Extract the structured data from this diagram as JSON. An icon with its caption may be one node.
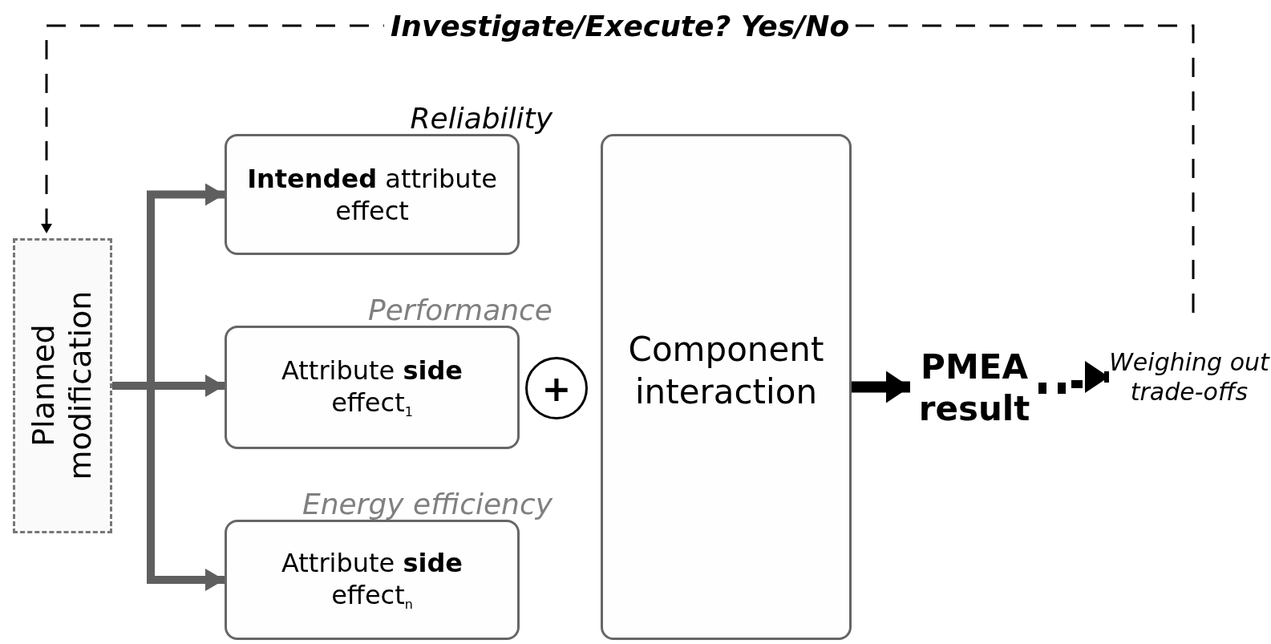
{
  "diagram": {
    "nodes": [
      {
        "text": [
          "Planned modification"
        ]
      },
      {
        "text": [
          "Reliability",
          "**Intended** attribute effect"
        ]
      },
      {
        "text": [
          "Performance",
          "Attribute **side** effect$_{1}$"
        ]
      },
      {
        "text": [
          "Energy efficiency",
          "Attribute **side** effect$_{n}$"
        ]
      },
      {
        "text": [
          "+"
        ]
      },
      {
        "text": [
          "Component interaction"
        ]
      },
      {
        "text": [
          "PMEA result"
        ]
      },
      {
        "text": [
          "Weighing out trade-offs"
        ]
      }
    ],
    "edges": [
      {
        "from": 0,
        "to": 1,
        "arrow": "to",
        "color": "#5f5f5f"
      },
      {
        "from": 0,
        "to": 2,
        "arrow": "to",
        "color": "#5f5f5f"
      },
      {
        "from": 0,
        "to": 3,
        "arrow": "to",
        "color": "#5f5f5f"
      },
      {
        "from": 5,
        "to": 6,
        "arrow": "to",
        "color": "#000000"
      },
      {
        "from": 6,
        "to": 7,
        "arrow": "to",
        "style": "dashed",
        "color": "#000000"
      },
      {
        "from": 7,
        "to": 0,
        "arrow": "to",
        "style": "dashed",
        "color": "#000000",
        "label": "Investigate/Execute? Yes/No"
      }
    ]
  }
}
